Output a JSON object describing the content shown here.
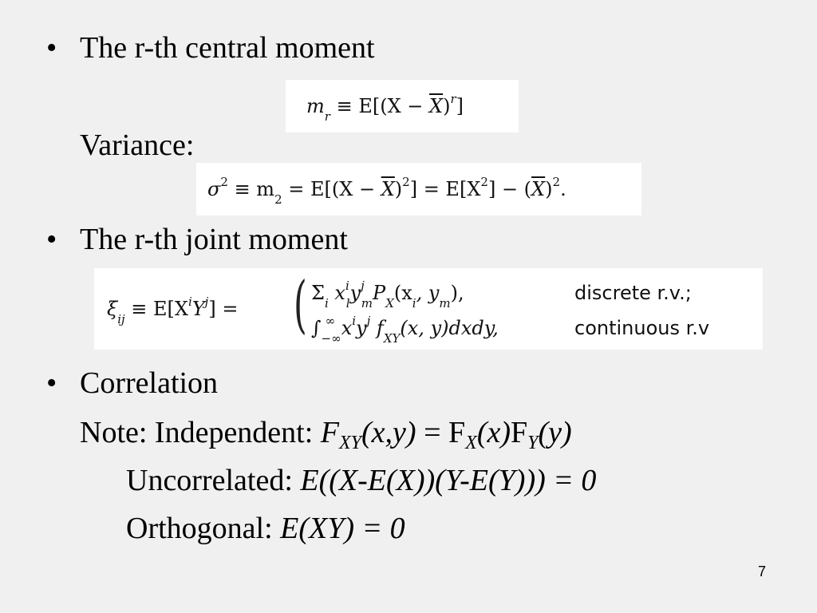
{
  "bullet_symbol": "•",
  "sections": {
    "central_moment": {
      "heading": "The r-th central moment",
      "eq_lhs": "m",
      "eq_lhs_sub": "r",
      "eq_rhs": "≡ E[(X − ",
      "eq_xbar": "X",
      "eq_close": ")",
      "eq_pow": "r",
      "eq_end": "]"
    },
    "variance": {
      "label": "Variance:",
      "eq_sigma": "σ",
      "eq_sq": "2",
      "eq_eqv": " ≡ m",
      "eq_m_sub": "2",
      "eq_a": " = E[(X − ",
      "eq_xbar1": "X",
      "eq_b": ")",
      "eq_c": "] = E[X",
      "eq_d": "] − (",
      "eq_xbar2": "X",
      "eq_e": ")",
      "eq_end": "."
    },
    "joint_moment": {
      "heading": "The r-th joint moment",
      "eq_xi": "ξ",
      "eq_xi_sub": "ij",
      "eq_lhs_rest": " ≡ E[X",
      "eq_i": "i",
      "eq_Y": "Y",
      "eq_j": "j",
      "eq_close": "] =",
      "brace": "(",
      "case1_sum": "Σ",
      "case1_sum_sub": "i",
      "case1_expr": " x",
      "case1_xsup": "i",
      "case1_xsub": "l",
      "case1_y": "y",
      "case1_ysup": "j",
      "case1_ysub": "m",
      "case1_P": "P",
      "case1_Psub": "X",
      "case1_args": "(x",
      "case1_arg_i": "i",
      "case1_arg_mid": ", y",
      "case1_arg_m": "m",
      "case1_end": "),",
      "case1_label": "discrete r.v.;",
      "case2_int": "∫",
      "case2_lo": "−∞",
      "case2_hi": "∞",
      "case2_x": " x",
      "case2_xsup": "i",
      "case2_y": "y",
      "case2_ysup": "j",
      "case2_f": " f",
      "case2_fsub": "XY",
      "case2_end": "(x, y)dxdy,",
      "case2_label": "continuous r.v"
    },
    "correlation": {
      "heading": "Correlation",
      "note_prefix": "Note: Independent: ",
      "note_F": "F",
      "note_F_sub": "XY",
      "note_args": "(x,y)",
      "note_eq": " = F",
      "note_FX_sub": "X",
      "note_xarg": "(x)",
      "note_F2": "F",
      "note_FY_sub": "Y",
      "note_yarg": "(y)",
      "uncorrelated_label": "Uncorrelated: ",
      "uncorrelated_expr": "E((X-E(X))(Y-E(Y))) = 0",
      "orthogonal_label": "Orthogonal: ",
      "orthogonal_expr": "E(XY) = 0"
    }
  },
  "slide_number": "7"
}
